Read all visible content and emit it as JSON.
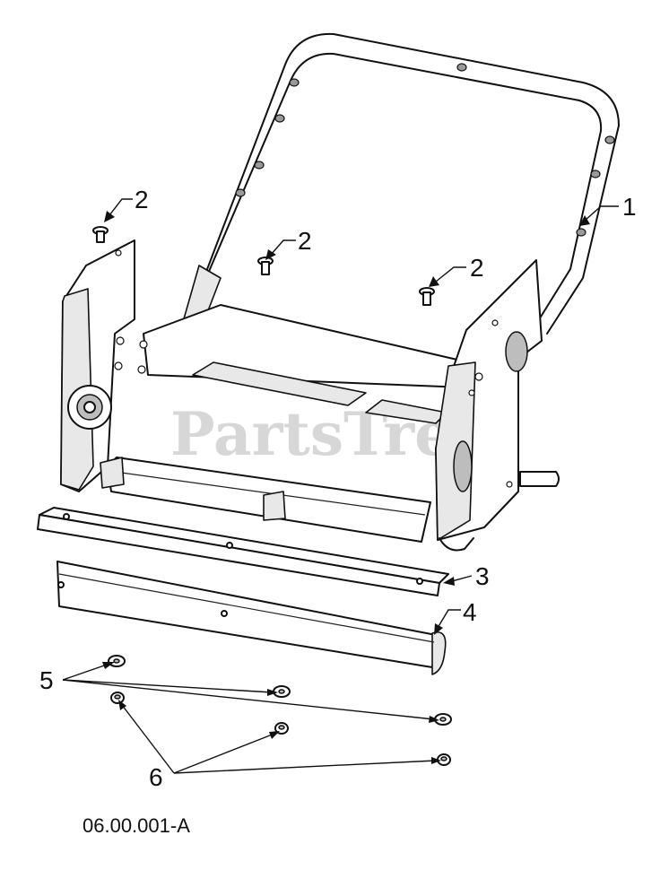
{
  "watermark": "PartsTree",
  "drawing_code": "06.00.001-A",
  "callouts": {
    "c1": "1",
    "c2a": "2",
    "c2b": "2",
    "c2c": "2",
    "c3": "3",
    "c4": "4",
    "c5": "5",
    "c6": "6"
  }
}
